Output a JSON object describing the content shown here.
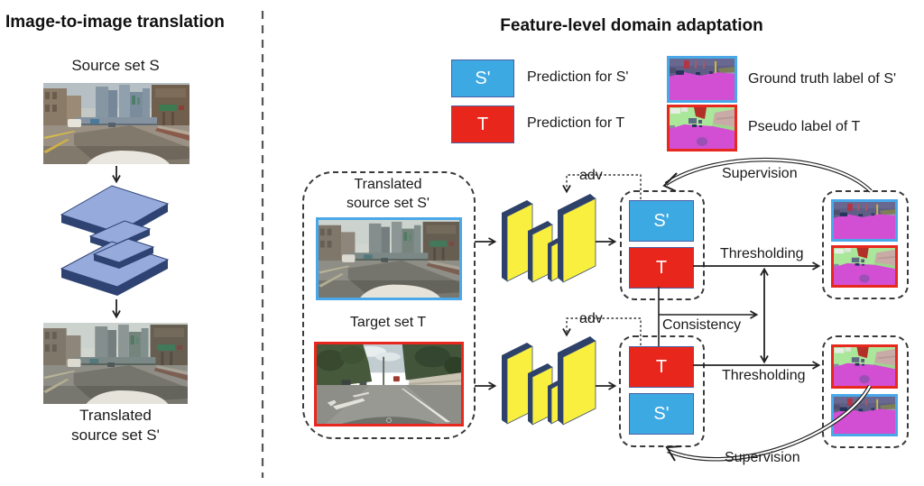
{
  "left": {
    "title": "Image-to-image translation",
    "source_label": "Source set S",
    "translated_line1": "Translated",
    "translated_line2": "source set S'"
  },
  "right": {
    "title": "Feature-level domain adaptation",
    "legend": {
      "pred_s_symbol": "S'",
      "pred_s_text": "Prediction for S'",
      "pred_t_symbol": "T",
      "pred_t_text": "Prediction for T",
      "gt_text": "Ground truth label of S'",
      "pseudo_text": "Pseudo label of T"
    },
    "input": {
      "translated_line1": "Translated",
      "translated_line2": "source set S'",
      "target_label": "Target set T"
    },
    "predictions": {
      "s_prime": "S'",
      "t": "T"
    },
    "labels": {
      "adv": "adv",
      "supervision": "Supervision",
      "thresholding": "Thresholding",
      "consistency": "Consistency"
    },
    "colors": {
      "prediction_s_blue": "#3da9e2",
      "prediction_t_red": "#e8261b",
      "gt_border_blue": "#4aa8e8",
      "pseudo_border_red": "#e8281e",
      "network_yellow": "#f9ef3f",
      "network_blue": "#96abdc"
    }
  }
}
